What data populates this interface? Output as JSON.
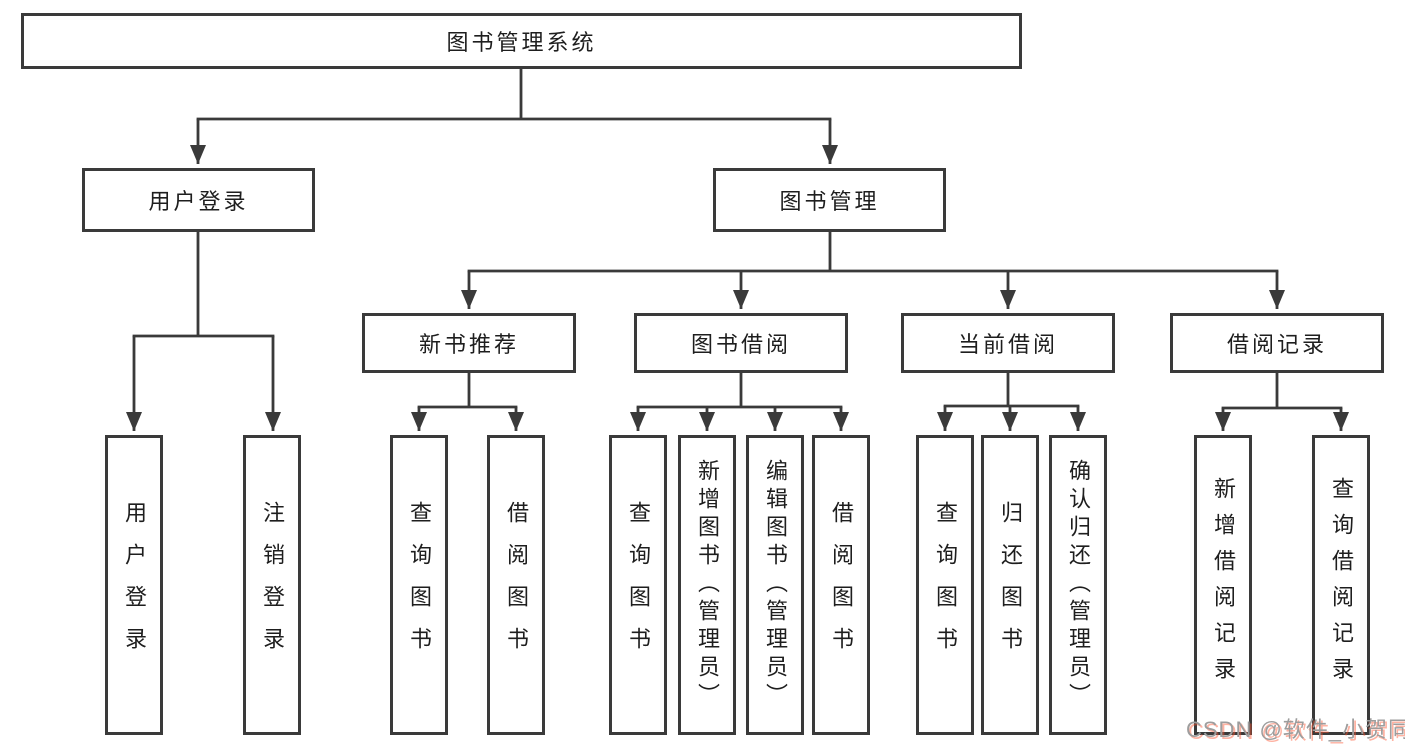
{
  "diagram": {
    "root": {
      "label": "图书管理系统"
    },
    "branches": [
      {
        "label": "用户登录",
        "children": [
          {
            "label": "用户登录"
          },
          {
            "label": "注销登录"
          }
        ]
      },
      {
        "label": "图书管理",
        "children": [
          {
            "label": "新书推荐",
            "children": [
              {
                "label": "查询图书"
              },
              {
                "label": "借阅图书"
              }
            ]
          },
          {
            "label": "图书借阅",
            "children": [
              {
                "label": "查询图书"
              },
              {
                "label": "新增图书（管理员）"
              },
              {
                "label": "编辑图书（管理员）"
              },
              {
                "label": "借阅图书"
              }
            ]
          },
          {
            "label": "当前借阅",
            "children": [
              {
                "label": "查询图书"
              },
              {
                "label": "归还图书"
              },
              {
                "label": "确认归还（管理员）"
              }
            ]
          },
          {
            "label": "借阅记录",
            "children": [
              {
                "label": "新增借阅记录"
              },
              {
                "label": "查询借阅记录"
              }
            ]
          }
        ]
      }
    ]
  },
  "watermark": {
    "text": "CSDN @软件_小贺同学"
  },
  "colors": {
    "line": "#3a3a3a",
    "text": "#1e1e1e",
    "background": "#ffffff",
    "watermark_gray": "#9d9d9d",
    "watermark_red": "#fc5531"
  }
}
